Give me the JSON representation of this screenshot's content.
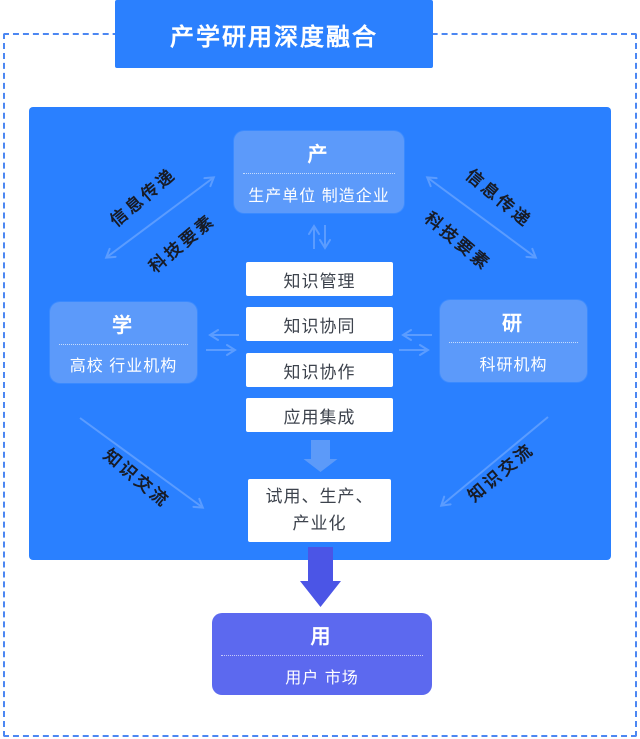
{
  "title": "产学研用深度融合",
  "nodes": {
    "produce": {
      "name": "产",
      "desc": "生产单位 制造企业"
    },
    "academy": {
      "name": "学",
      "desc": "高校 行业机构"
    },
    "research": {
      "name": "研",
      "desc": "科研机构"
    },
    "application": {
      "name": "用",
      "desc": "用户 市场"
    }
  },
  "center_steps": [
    {
      "label": "知识管理"
    },
    {
      "label": "知识协同"
    },
    {
      "label": "知识协作"
    },
    {
      "label": "应用集成"
    }
  ],
  "outcome": {
    "line1": "试用、生产、",
    "line2": "产业化"
  },
  "edge_labels": {
    "info_transfer": "信息传递",
    "tech_elements": "科技要素",
    "knowledge_exchange": "知识交流"
  },
  "colors": {
    "panel_blue": "#2a80ff",
    "node_light_blue": "#5c9afa",
    "node_indigo": "#5c69ef",
    "indigo_arrow": "#4b55e6",
    "light_arrow": "#5b9cff",
    "dashed_border": "#4c87f2",
    "step_text": "#3d434d",
    "edge_label_text": "#171b26"
  }
}
